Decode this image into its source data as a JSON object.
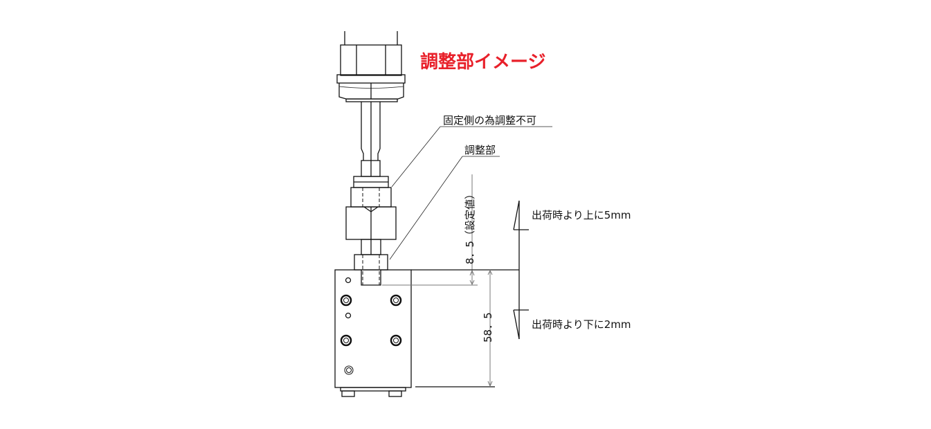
{
  "title": "調整部イメージ",
  "labels": {
    "fixed_side": "固定側の為調整不可",
    "adjust_part": "調整部",
    "set_value": "8．5（設定値）",
    "height": "58．5",
    "up_note": "出荷時より上に5mm",
    "down_note": "出荷時より下に2mm"
  },
  "colors": {
    "title": "#e8202a",
    "line": "#111111"
  }
}
